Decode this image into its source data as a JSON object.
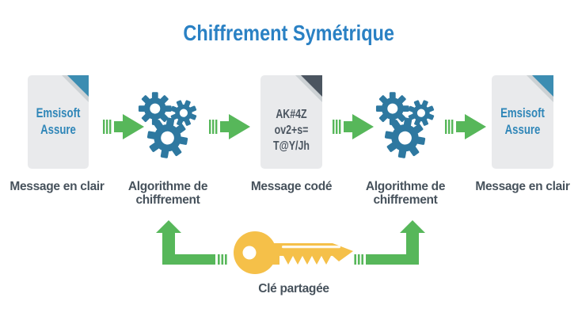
{
  "title": "Chiffrement Symétrique",
  "colors": {
    "title_blue": "#2a81c4",
    "doc_text_blue": "#2f86b8",
    "fold_blue": "#3c8db2",
    "fold_shadow": "#ccd1d4",
    "paper": "#e9eaec",
    "gear_blue": "#2e78a0",
    "slate": "#4b5560",
    "caption": "#47525c",
    "green": "#57b75a",
    "key_yellow": "#f5c049"
  },
  "left_document": {
    "lines": [
      "Emsisoft",
      "Assure"
    ],
    "caption": "Message en clair"
  },
  "encryption_left": {
    "caption": "Algorithme de chiffrement"
  },
  "coded_document": {
    "lines": [
      "AK#4Z",
      "ov2+s=",
      "T@Y/Jh"
    ],
    "caption": "Message codé"
  },
  "encryption_right": {
    "caption": "Algorithme de chiffrement"
  },
  "right_document": {
    "lines": [
      "Emsisoft",
      "Assure"
    ],
    "caption": "Message en clair"
  },
  "key": {
    "caption": "Clé partagée"
  },
  "icons": {
    "document": "document-icon",
    "gears": "gears-icon",
    "flow_arrow": "arrow-right-icon",
    "bent_arrow": "arrow-up-bent-icon",
    "key": "key-icon"
  }
}
